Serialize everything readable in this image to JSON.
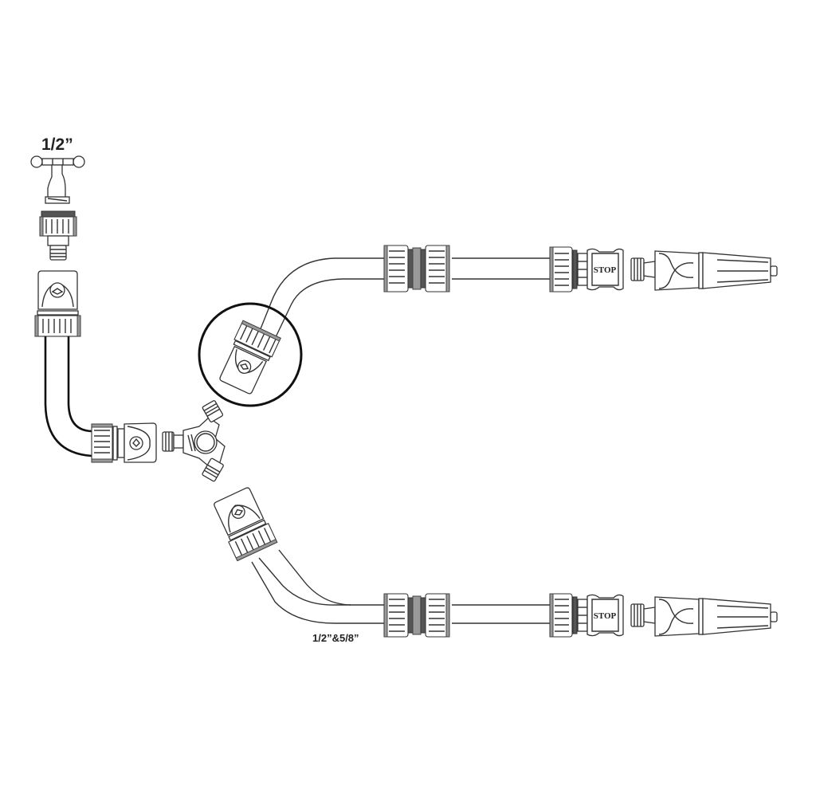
{
  "diagram": {
    "type": "garden hose splitter assembly",
    "labels": {
      "tap_size": "1/2”",
      "hose_size": "1/2”&5/8”",
      "stop_upper": "STOP",
      "stop_lower": "STOP"
    },
    "components": [
      {
        "id": "tap",
        "name": "Outdoor tap (faucet)",
        "size_label": "1/2”"
      },
      {
        "id": "tap-adapter",
        "name": "Threaded tap connector"
      },
      {
        "id": "hose-connector-1",
        "name": "Quick hose connector (from tap)"
      },
      {
        "id": "hose-left",
        "name": "Supply hose"
      },
      {
        "id": "hose-connector-2",
        "name": "Quick hose connector (to splitter)"
      },
      {
        "id": "splitter",
        "name": "3-way Y splitter"
      },
      {
        "id": "hose-connector-3",
        "name": "Quick hose connector (highlighted, upper branch)"
      },
      {
        "id": "hose-connector-4",
        "name": "Quick hose connector (lower branch)"
      },
      {
        "id": "hose-upper",
        "name": "Upper branch hose"
      },
      {
        "id": "hose-lower",
        "name": "Lower branch hose",
        "size_label": "1/2”&5/8”"
      },
      {
        "id": "repair-coupler-upper",
        "name": "Hose repair coupler (upper)"
      },
      {
        "id": "repair-coupler-lower",
        "name": "Hose repair coupler (lower)"
      },
      {
        "id": "stop-connector-upper",
        "name": "Water-stop connector (upper)",
        "text": "STOP"
      },
      {
        "id": "stop-connector-lower",
        "name": "Water-stop connector (lower)",
        "text": "STOP"
      },
      {
        "id": "spray-nozzle-upper",
        "name": "Adjustable spray nozzle (upper)"
      },
      {
        "id": "spray-nozzle-lower",
        "name": "Adjustable spray nozzle (lower)"
      }
    ],
    "colors": {
      "background": "#ffffff",
      "line": "#333333",
      "highlight_circle": "#111111"
    }
  }
}
